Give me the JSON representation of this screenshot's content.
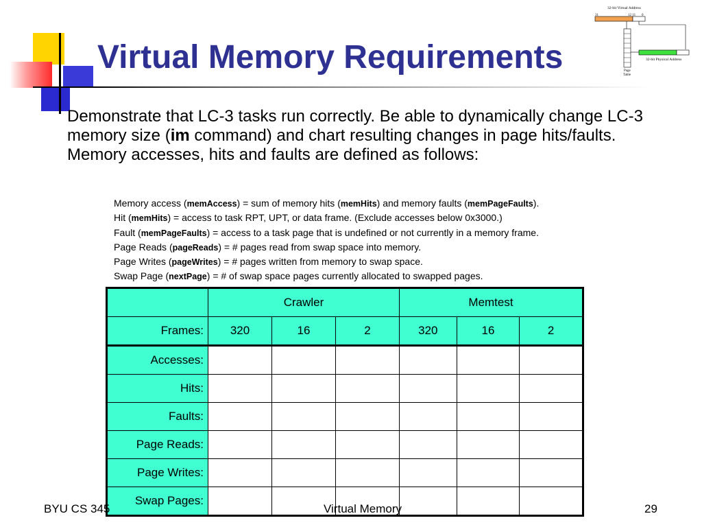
{
  "slide": {
    "title": "Virtual Memory Requirements",
    "intro": {
      "part1": "Demonstrate that LC-3 tasks run correctly.  Be able to dynamically change LC-3 memory size (",
      "bold": "im",
      "part2": " command) and chart resulting changes in page hits/faults.  Memory accesses, hits and faults are defined as follows:"
    },
    "definitions": [
      {
        "pre": "Memory access (",
        "b1": "memAccess",
        "mid1": ") = sum of memory hits (",
        "b2": "memHits",
        "mid2": ") and memory faults (",
        "b3": "memPageFaults",
        "post": ")."
      },
      {
        "pre": "Hit (",
        "b1": "memHits",
        "mid1": ") = access to task RPT, UPT, or data frame.  (Exclude accesses below 0x3000.)",
        "b2": "",
        "mid2": "",
        "b3": "",
        "post": ""
      },
      {
        "pre": "Fault (",
        "b1": "memPageFaults",
        "mid1": ") = access to a task page that is undefined or not currently in a memory frame.",
        "b2": "",
        "mid2": "",
        "b3": "",
        "post": ""
      },
      {
        "pre": "Page Reads (",
        "b1": "pageReads",
        "mid1": ") = # pages read from swap space into memory.",
        "b2": "",
        "mid2": "",
        "b3": "",
        "post": ""
      },
      {
        "pre": "Page Writes (",
        "b1": "pageWrites",
        "mid1": ") = # pages written from memory to swap space.",
        "b2": "",
        "mid2": "",
        "b3": "",
        "post": ""
      },
      {
        "pre": "Swap Page (",
        "b1": "nextPage",
        "mid1": ") = # of swap space pages currently allocated to swapped pages.",
        "b2": "",
        "mid2": "",
        "b3": "",
        "post": ""
      }
    ],
    "table": {
      "groups": [
        "Crawler",
        "Memtest"
      ],
      "frames_label": "Frames:",
      "frames": [
        "320",
        "16",
        "2",
        "320",
        "16",
        "2"
      ],
      "rows": [
        "Accesses:",
        "Hits:",
        "Faults:",
        "Page Reads:",
        "Page Writes:",
        "Swap Pages:"
      ]
    },
    "diagram": {
      "virtual_label": "32-bit Virtual Address",
      "bit31": "31",
      "bit_mid": "12 11",
      "bit0": "0",
      "physical_label": "32-bit Physical Address",
      "table_label_1": "Page",
      "table_label_2": "Table"
    },
    "footer": {
      "left": "BYU CS 345",
      "center": "Virtual Memory",
      "right": "29"
    },
    "colors": {
      "title": "#2e3192",
      "table_cyan": "#40ffd0",
      "diagram_orange": "#f0a050",
      "diagram_green": "#40e040"
    }
  }
}
